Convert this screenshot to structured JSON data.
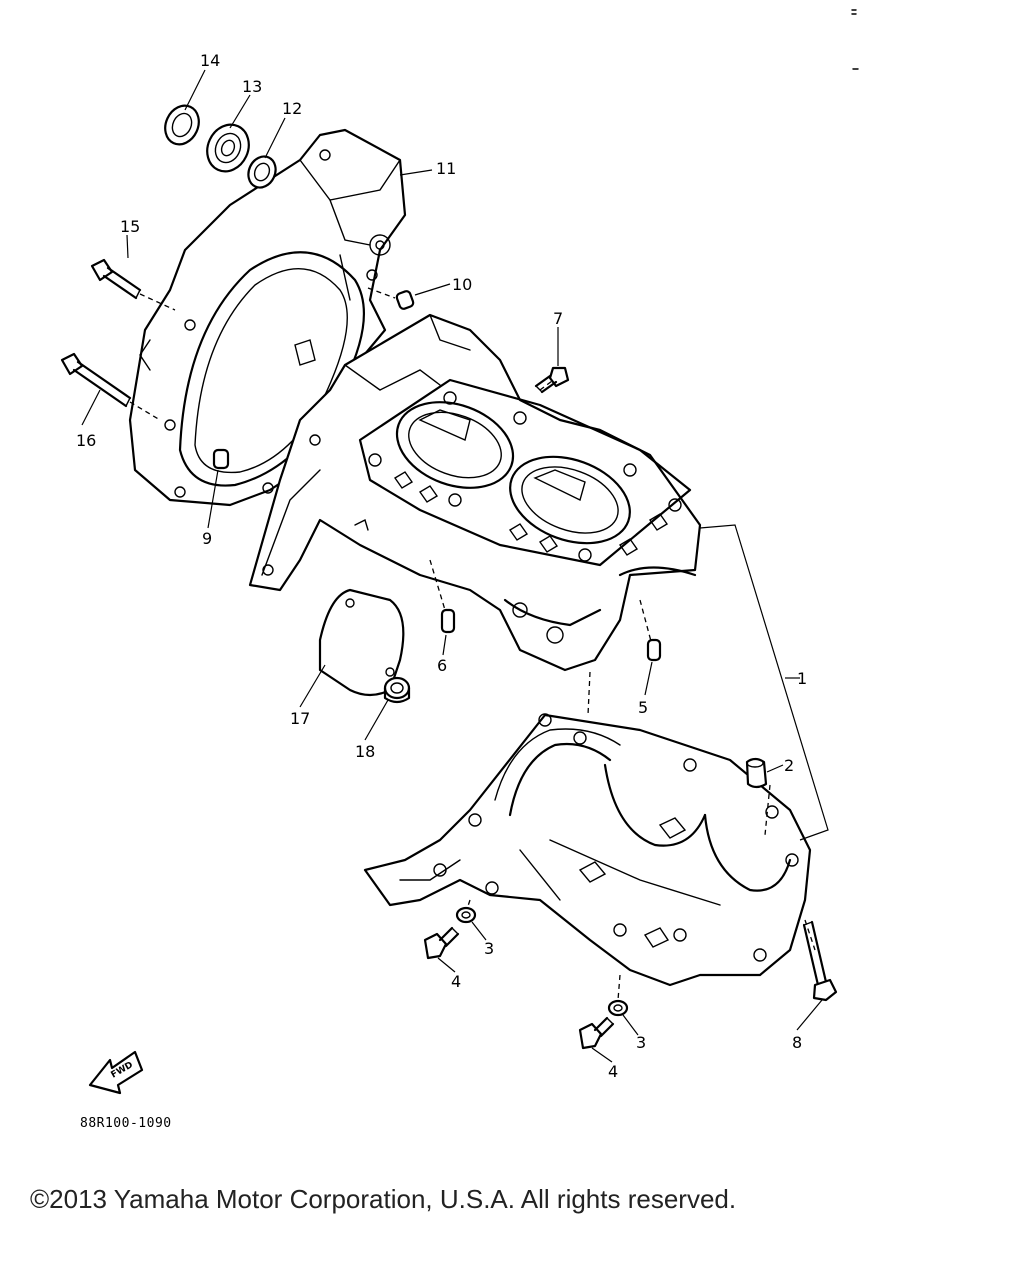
{
  "diagram": {
    "part_numbers": [
      "1",
      "2",
      "3",
      "3",
      "4",
      "4",
      "5",
      "6",
      "7",
      "8",
      "9",
      "10",
      "11",
      "12",
      "13",
      "14",
      "15",
      "16",
      "17",
      "18"
    ],
    "labels": {
      "p1": "1",
      "p2": "2",
      "p3a": "3",
      "p3b": "3",
      "p4a": "4",
      "p4b": "4",
      "p5": "5",
      "p6": "6",
      "p7": "7",
      "p8": "8",
      "p9": "9",
      "p10": "10",
      "p11": "11",
      "p12": "12",
      "p13": "13",
      "p14": "14",
      "p15": "15",
      "p16": "16",
      "p17": "17",
      "p18": "18"
    },
    "fwd_badge": "FWD",
    "drawing_code": "88R100-1090"
  },
  "footer": {
    "copyright": "©2013 Yamaha Motor Corporation, U.S.A. All rights reserved."
  }
}
